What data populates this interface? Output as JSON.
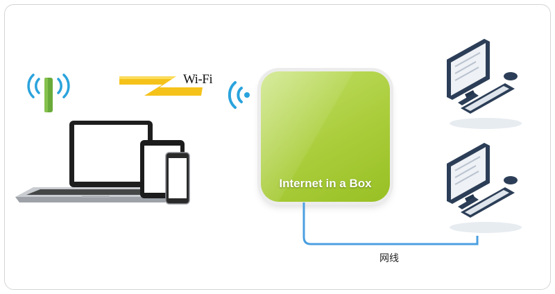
{
  "diagram": {
    "wireless_label": "Wi-Fi",
    "device_label": "Internet in a Box",
    "cable_label": "网线"
  },
  "colors": {
    "router_green": "#a6cc34",
    "antenna_green": "#6aaa3a",
    "signal_blue": "#2aa3dc",
    "bolt_yellow": "#f5c21a",
    "cable_blue": "#4b9fe0",
    "computer_navy": "#2c3e57"
  },
  "icons": [
    "antenna-icon",
    "wifi-signal-icon",
    "laptop-icon",
    "tablet-icon",
    "phone-icon",
    "desktop-computer-icon"
  ]
}
